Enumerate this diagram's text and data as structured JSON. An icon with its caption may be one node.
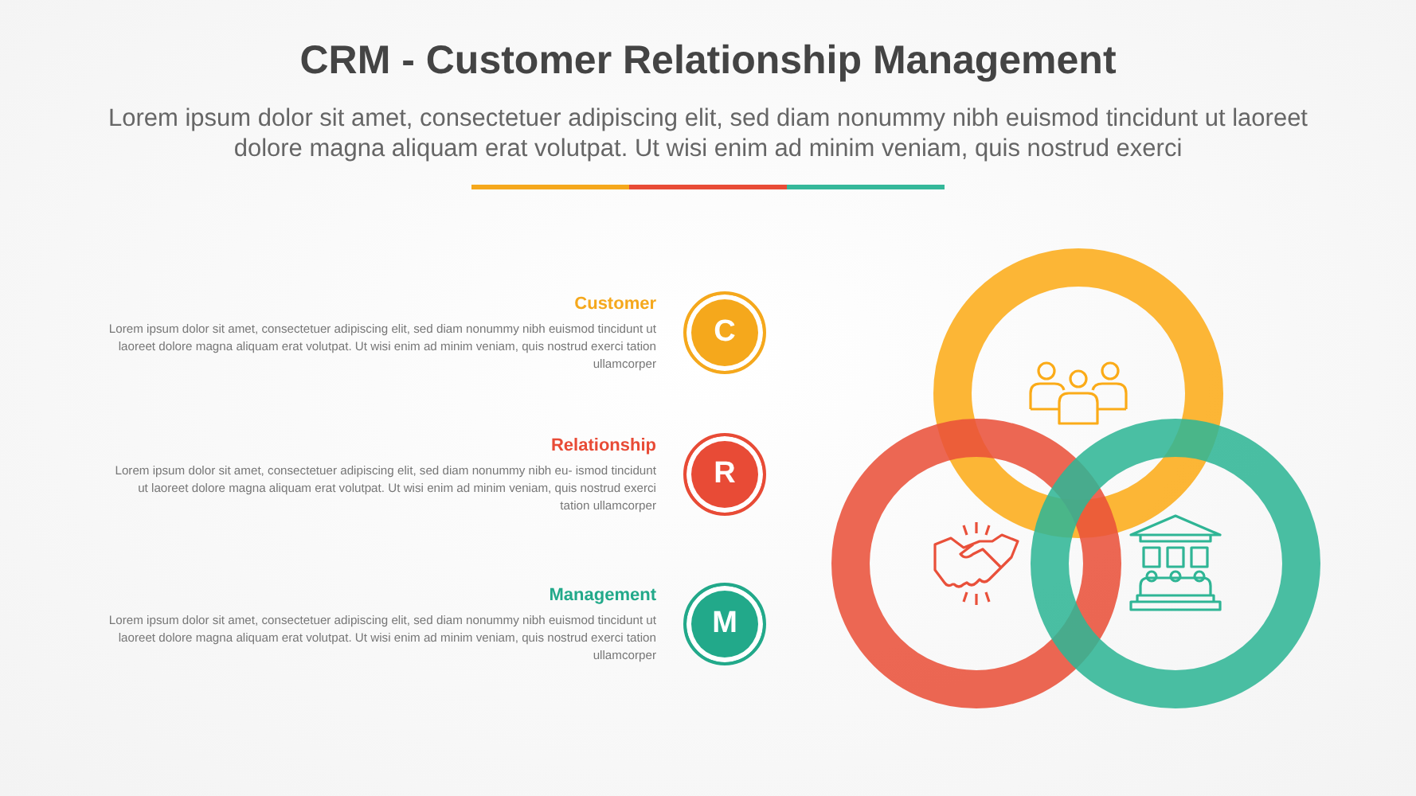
{
  "diagram": {
    "title": "CRM - Customer Relationship Management",
    "nodes": [
      {
        "text": [
          "C"
        ],
        "beside": [
          "Customer",
          "Lorem ipsum dolor sit amet, consectetuer adipiscing elit, sed diam nonummy nibh euismod tincidunt ut laoreet dolore magna aliquam erat volutpat. Ut wisi enim ad minim veniam, quis nostrud exerci tation ullamcorper"
        ]
      },
      {
        "text": [
          "R"
        ],
        "beside": [
          "Relationship",
          "Lorem ipsum dolor sit amet, consectetuer adipiscing elit, sed diam nonummy nibh eu- ismod tincidunt ut laoreet dolore magna aliquam erat volutpat. Ut wisi enim ad minim veniam, quis nostrud exerci tation ullamcorper"
        ]
      },
      {
        "text": [
          "M"
        ],
        "beside": [
          "Management",
          "Lorem ipsum dolor sit amet, consectetuer adipiscing elit, sed diam nonummy nibh euismod tincidunt ut laoreet dolore magna aliquam erat volutpat. Ut wisi enim ad minim veniam, quis nostrud exerci tation ullamcorper"
        ]
      },
      {
        "text": [],
        "shape": "circle"
      },
      {
        "text": [],
        "shape": "circle"
      },
      {
        "text": [],
        "shape": "circle"
      }
    ],
    "labels": [
      "Lorem ipsum dolor sit amet, consectetuer adipiscing elit, sed diam nonummy nibh euismod tincidunt ut laoreet dolore magna aliquam erat volutpat. Ut wisi enim ad minim veniam, quis nostrud exerci"
    ]
  }
}
